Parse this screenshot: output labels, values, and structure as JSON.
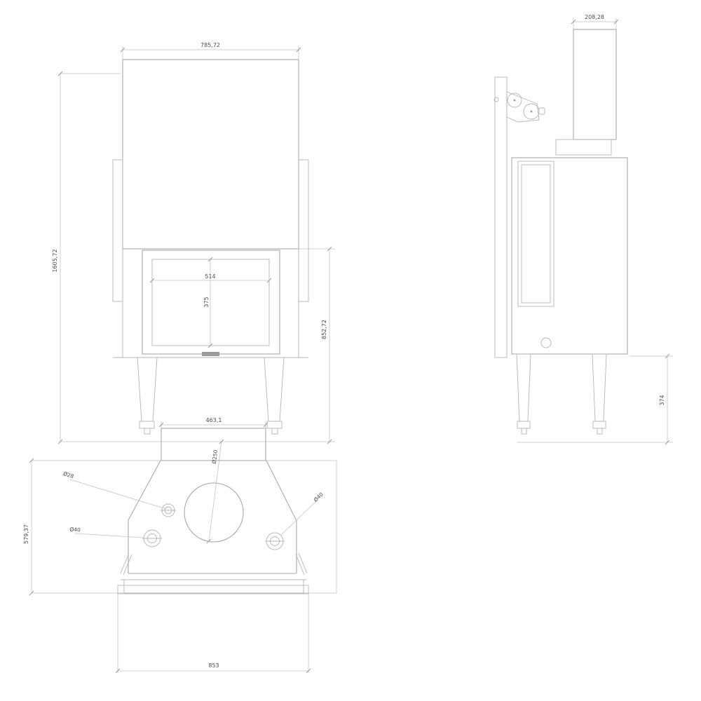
{
  "drawing": {
    "type": "fireplace-insert-technical-drawing",
    "colors": {
      "background": "#ffffff",
      "object_line": "#a8a8a8",
      "dimension_line": "#c3c3c3",
      "text": "#4d4d4d"
    },
    "front_view": {
      "width": "785,72",
      "height": "1605,72",
      "body_height": "852,72",
      "glass_width": "514",
      "glass_height": "375"
    },
    "side_view": {
      "flue_width": "208,28",
      "leg_height": "374"
    },
    "top_view": {
      "top_width": "463,1",
      "flue_diameter": "Ø250",
      "hole_top_left": "Ø28",
      "hole_bottom_left": "Ø40",
      "hole_right": "Ø40",
      "depth": "579,37",
      "width": "853"
    }
  }
}
